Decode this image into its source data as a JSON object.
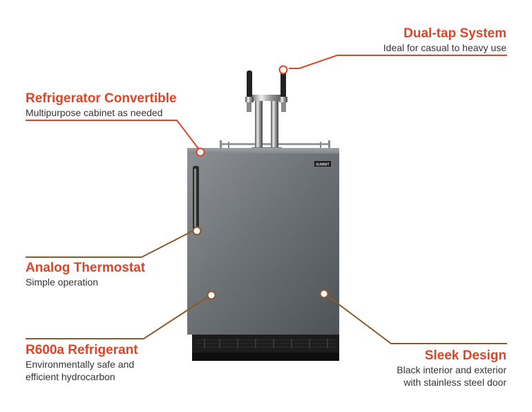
{
  "colors": {
    "accent": "#d9462a",
    "connector_brown": "#8a5a2b",
    "steel": "#6f7478",
    "black_base": "#111111",
    "text": "#333333"
  },
  "product": {
    "brand_label": "SUMMIT"
  },
  "callouts": [
    {
      "id": "dual-tap",
      "title": "Dual-tap System",
      "desc_lines": [
        "Ideal for casual to heavy use"
      ]
    },
    {
      "id": "convertible",
      "title": "Refrigerator Convertible",
      "desc_lines": [
        "Multipurpose cabinet as needed"
      ]
    },
    {
      "id": "thermostat",
      "title": "Analog Thermostat",
      "desc_lines": [
        "Simple operation"
      ]
    },
    {
      "id": "refrigerant",
      "title": "R600a Refrigerant",
      "desc_lines": [
        "Environmentally safe and",
        "efficient hydrocarbon"
      ]
    },
    {
      "id": "sleek",
      "title": "Sleek Design",
      "desc_lines": [
        "Black interior and exterior",
        "with stainless steel door"
      ]
    }
  ]
}
